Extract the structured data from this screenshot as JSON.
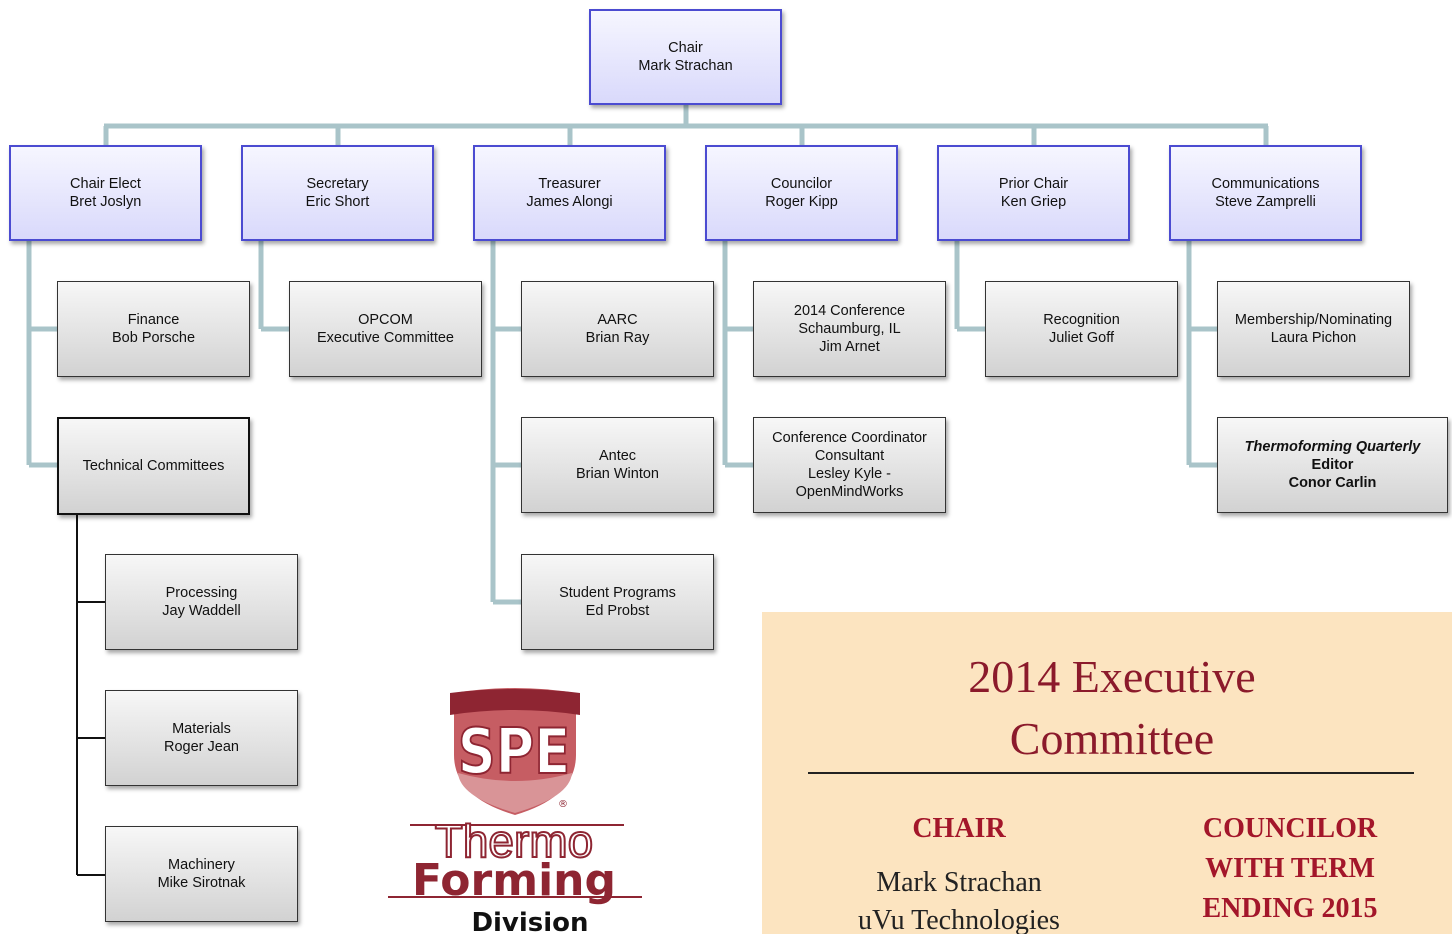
{
  "chair": {
    "title": "Chair",
    "name": "Mark Strachan"
  },
  "officers": [
    {
      "title": "Chair Elect",
      "name": "Bret Joslyn"
    },
    {
      "title": "Secretary",
      "name": "Eric Short"
    },
    {
      "title": "Treasurer",
      "name": "James Alongi"
    },
    {
      "title": "Councilor",
      "name": "Roger Kipp"
    },
    {
      "title": "Prior Chair",
      "name": "Ken Griep"
    },
    {
      "title": "Communications",
      "name": "Steve Zamprelli"
    }
  ],
  "units": {
    "finance": {
      "title": "Finance",
      "name": "Bob Porsche"
    },
    "technical": {
      "title": "Technical Committees"
    },
    "processing": {
      "title": "Processing",
      "name": "Jay Waddell"
    },
    "materials": {
      "title": "Materials",
      "name": "Roger Jean"
    },
    "machinery": {
      "title": "Machinery",
      "name": "Mike Sirotnak"
    },
    "opcom": {
      "title": "OPCOM",
      "name": "Executive Committee"
    },
    "aarc": {
      "title": "AARC",
      "name": "Brian Ray"
    },
    "antec": {
      "title": "Antec",
      "name": "Brian Winton"
    },
    "student": {
      "title": "Student Programs",
      "name": "Ed Probst"
    },
    "conference": {
      "line1": "2014 Conference",
      "line2": "Schaumburg, IL",
      "line3": "Jim Arnet"
    },
    "coordinator": {
      "line1": "Conference Coordinator",
      "line2": "Consultant",
      "line3": "Lesley Kyle -",
      "line4": "OpenMindWorks"
    },
    "recognition": {
      "title": "Recognition",
      "name": "Juliet Goff"
    },
    "membership": {
      "title": "Membership/Nominating",
      "name": "Laura Pichon"
    },
    "editor": {
      "title": "Thermoforming Quarterly",
      "role": "Editor",
      "name": "Conor Carlin"
    }
  },
  "logo": {
    "spe": "SPE",
    "reg": "®",
    "thermo": "Thermo",
    "forming": "Forming",
    "division": "Division"
  },
  "panel": {
    "title_line1": "2014 Executive",
    "title_line2": "Committee",
    "left_heading": "CHAIR",
    "left_name": "Mark Strachan",
    "left_company": "uVu Technologies",
    "right_heading_1": "COUNCILOR",
    "right_heading_2": "WITH TERM",
    "right_heading_3": "ENDING 2015"
  },
  "colors": {
    "connector": "#a9c4c9",
    "officer_border": "#4b4bd1",
    "panel_bg": "#fce4c0",
    "panel_title": "#8b1a2b",
    "logo_red": "#8e2532"
  }
}
